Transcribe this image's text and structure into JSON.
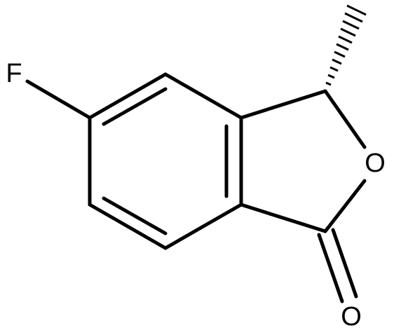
{
  "molecule": {
    "atoms": {
      "fluorine": "F",
      "ring_oxygen": "O",
      "carbonyl_oxygen": "O"
    }
  }
}
